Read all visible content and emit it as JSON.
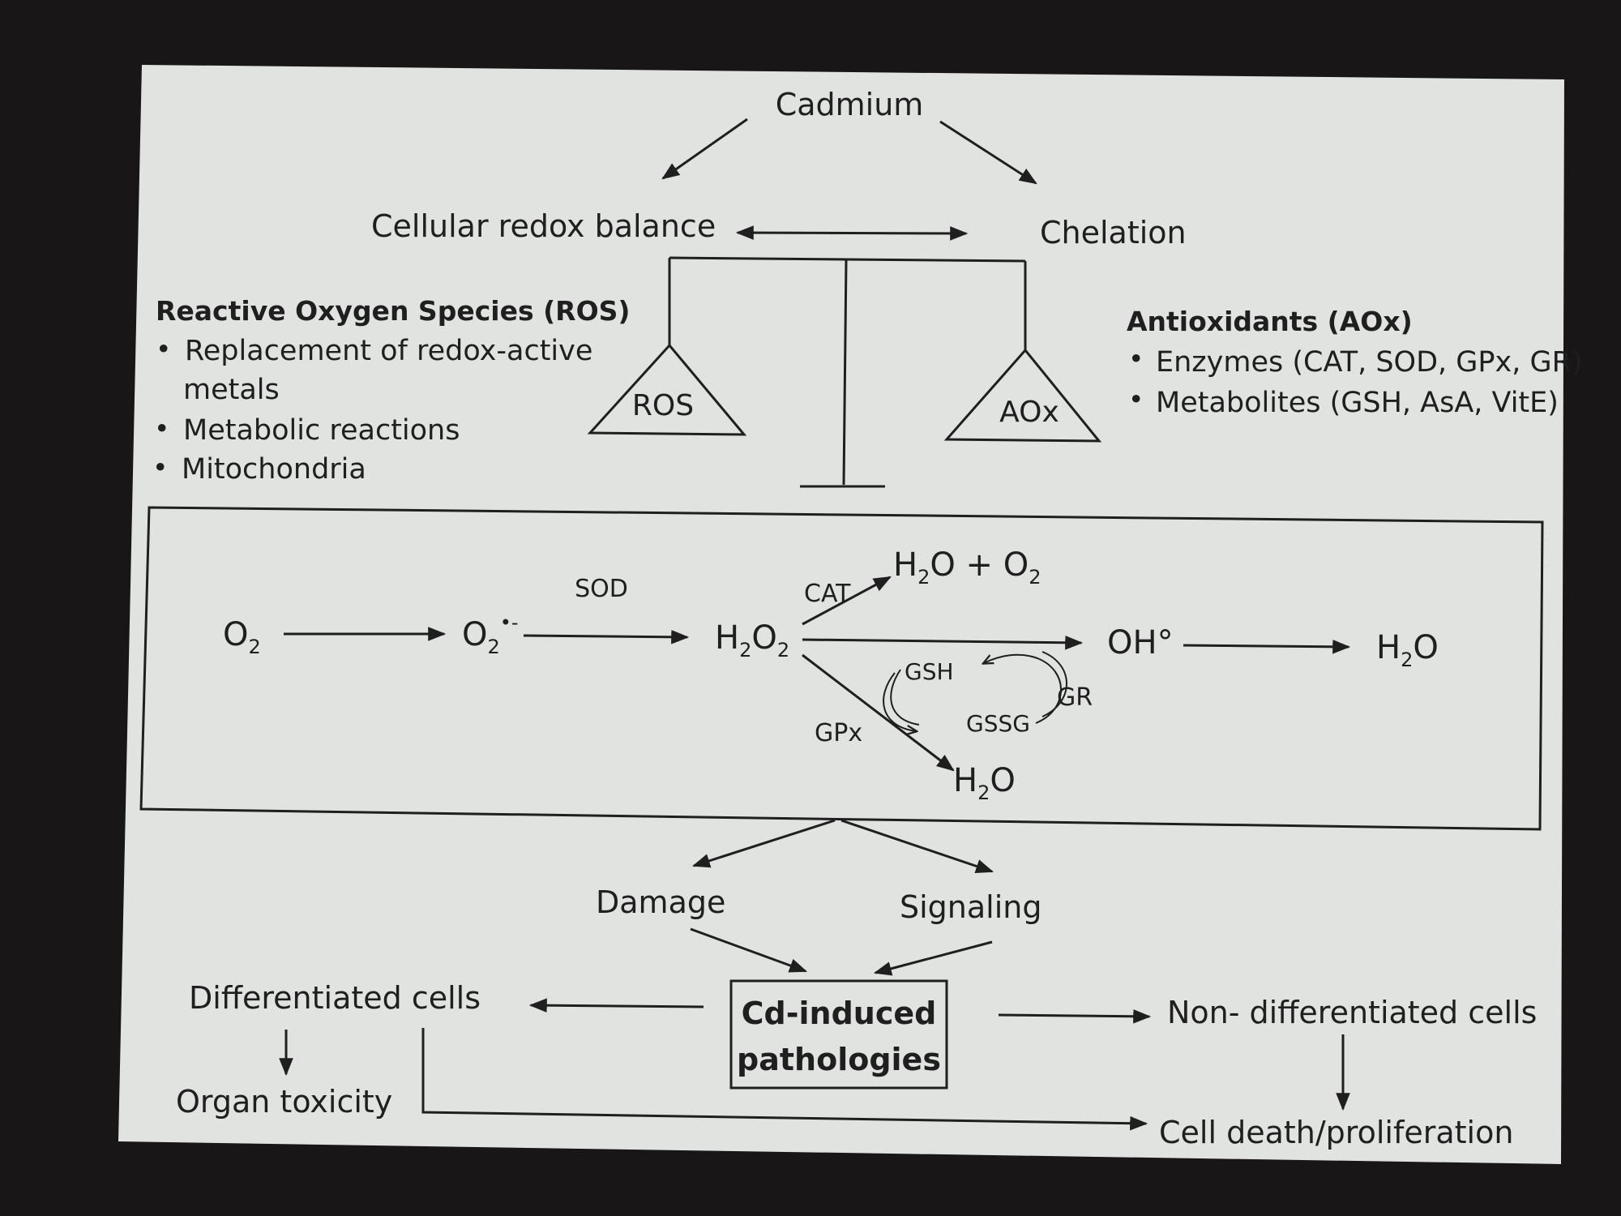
{
  "top": {
    "cadmium": "Cadmium",
    "redox": "Cellular redox balance",
    "chelation": "Chelation"
  },
  "ros": {
    "heading": "Reactive Oxygen Species (ROS)",
    "b1a": "Replacement of redox-active",
    "b1b": "metals",
    "b2": "Metabolic reactions",
    "b3": "Mitochondria",
    "tri": "ROS"
  },
  "aox": {
    "heading": "Antioxidants (AOx)",
    "b1": "Enzymes (CAT, SOD, GPx, GR)",
    "b2": "Metabolites (GSH, AsA, VitE)",
    "tri": "AOx"
  },
  "path": {
    "o2": "O",
    "o2_sub": "2",
    "sup": "O",
    "sup_sub": "2",
    "sup_rad": "•-",
    "sod": "SOD",
    "h2o2_a": "H",
    "h2o2_s1": "2",
    "h2o2_b": "O",
    "h2o2_s2": "2",
    "cat": "CAT",
    "cp_a": "H",
    "cp_s1": "2",
    "cp_b": "O + O",
    "cp_s2": "2",
    "oh": "OH°",
    "w1_a": "H",
    "w1_s": "2",
    "w1_b": "O",
    "gsh": "GSH",
    "gssg": "GSSG",
    "gr": "GR",
    "gpx": "GPx",
    "w2_a": "H",
    "w2_s": "2",
    "w2_b": "O"
  },
  "bottom": {
    "damage": "Damage",
    "signaling": "Signaling",
    "cd1": "Cd-induced",
    "cd2": "pathologies",
    "diff": "Differentiated cells",
    "organ": "Organ toxicity",
    "nondiff": "Non- differentiated cells",
    "death": "Cell death/proliferation"
  }
}
